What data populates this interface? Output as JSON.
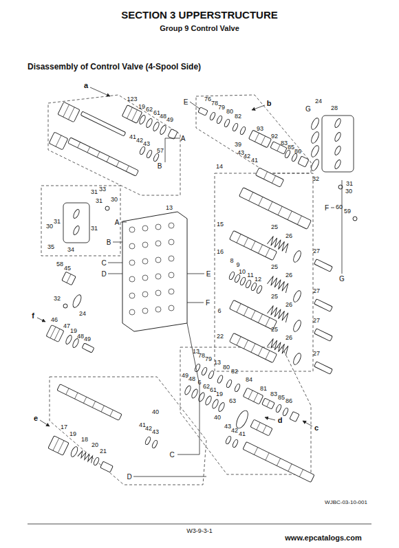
{
  "diagram": {
    "title": "SECTION 3 UPPERSTRUCTURE",
    "labels": [
      "Group 9 Control Valve",
      "Disassembly of Control Valve (4-Spool Side)",
      "a",
      "123",
      "19",
      "62",
      "61",
      "48",
      "49",
      "A",
      "41",
      "42",
      "43",
      "57",
      "B",
      "31",
      "33",
      "31",
      "30",
      "30",
      "31",
      "31",
      "35",
      "34",
      "13",
      "A",
      "B",
      "C",
      "D",
      "58",
      "45",
      "32",
      "24",
      "f",
      "46",
      "47",
      "19",
      "48",
      "49",
      "E",
      "76",
      "78",
      "79",
      "80",
      "82",
      "b",
      "93",
      "92",
      "83",
      "85",
      "86",
      "39",
      "43",
      "42",
      "41",
      "G",
      "24",
      "28",
      "32",
      "31",
      "30",
      "F",
      "60",
      "59",
      "14",
      "15",
      "25",
      "26",
      "27",
      "16",
      "8",
      "9",
      "10",
      "11",
      "12",
      "25",
      "26",
      "27",
      "G",
      "E",
      "F",
      "6",
      "25",
      "26",
      "27",
      "22",
      "25",
      "26",
      "27",
      "13",
      "78",
      "79",
      "13",
      "80",
      "82",
      "84",
      "81",
      "83",
      "85",
      "86",
      "c",
      "49",
      "48",
      "6",
      "62",
      "61",
      "19",
      "63",
      "d",
      "40",
      "43",
      "42",
      "41",
      "40",
      "41",
      "42",
      "43",
      "C",
      "e",
      "17",
      "19",
      "18",
      "20",
      "21",
      "D",
      "WJBC-03-10-001",
      "W3-9-3-1",
      "www.epcatalogs.com"
    ]
  }
}
